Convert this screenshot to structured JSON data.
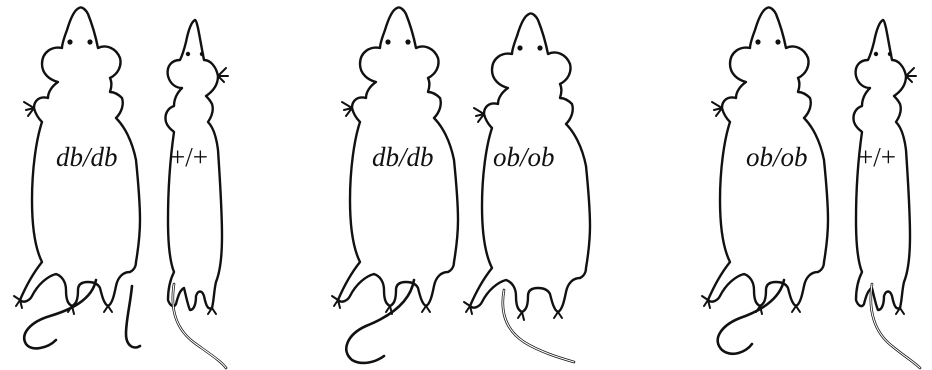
{
  "pairs": [
    {
      "left_genotype": "db/db",
      "right_genotype": "+/+",
      "left_italic": true,
      "right_italic": false
    },
    {
      "left_genotype": "db/db",
      "right_genotype": "ob/ob",
      "left_italic": true,
      "right_italic": true
    },
    {
      "left_genotype": "ob/ob",
      "right_genotype": "+/+",
      "left_italic": true,
      "right_italic": false
    }
  ]
}
